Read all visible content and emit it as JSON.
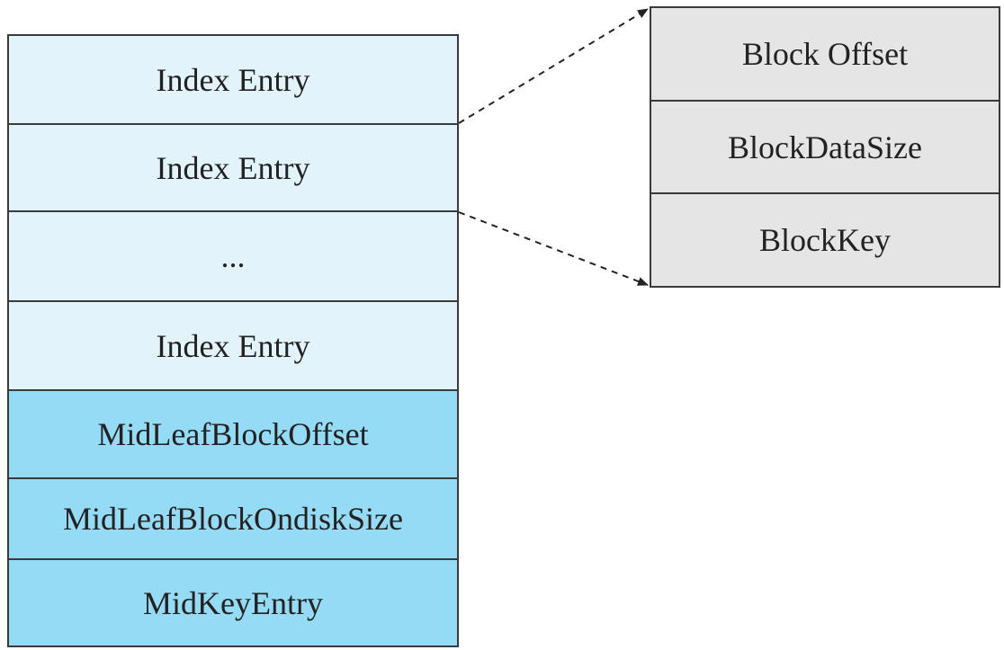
{
  "index_block": {
    "entries": [
      {
        "label": "Index Entry",
        "kind": "index-entry"
      },
      {
        "label": "Index Entry",
        "kind": "index-entry"
      },
      {
        "label": "...",
        "kind": "ellipsis"
      },
      {
        "label": "Index Entry",
        "kind": "index-entry"
      },
      {
        "label": "MidLeafBlockOffset",
        "kind": "mid-field"
      },
      {
        "label": "MidLeafBlockOndiskSize",
        "kind": "mid-field"
      },
      {
        "label": "MidKeyEntry",
        "kind": "mid-field"
      }
    ]
  },
  "entry_detail": {
    "fields": [
      {
        "label": "Block Offset"
      },
      {
        "label": "BlockDataSize"
      },
      {
        "label": "BlockKey"
      }
    ]
  },
  "colors": {
    "index_entry_fill": "#e3f3fb",
    "mid_field_fill": "#95dbf5",
    "detail_fill": "#e5e5e5",
    "border": "#3a3a3a",
    "arrow": "#222222"
  }
}
